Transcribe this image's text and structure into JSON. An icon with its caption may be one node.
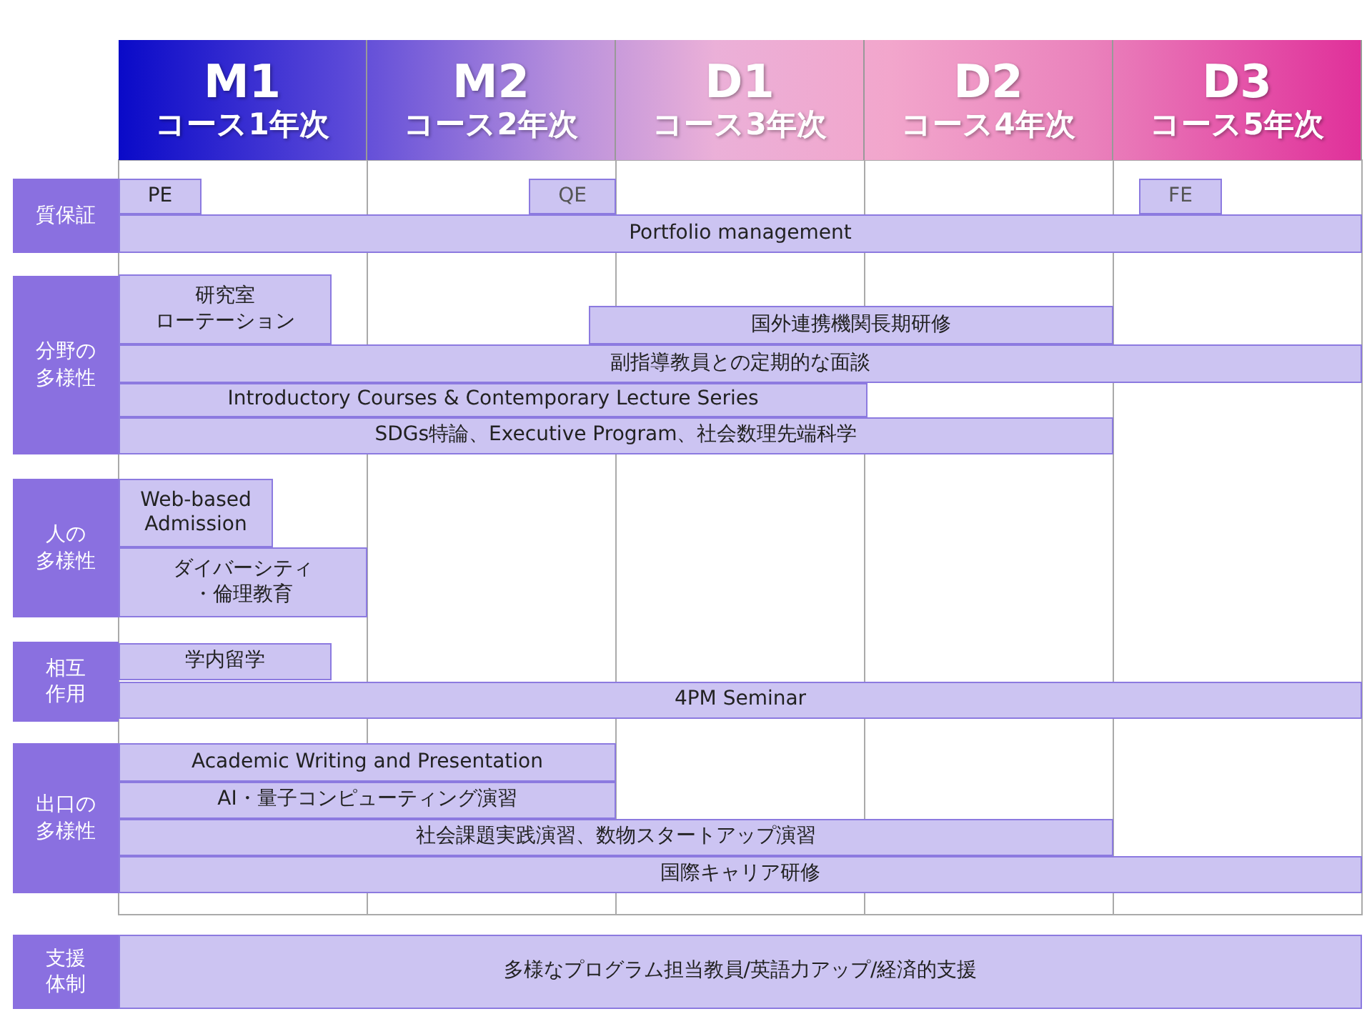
{
  "diagram": {
    "nodes": [
      {
        "text": [
          "M1",
          "コース1年次"
        ]
      },
      {
        "text": [
          "M2",
          "コース2年次"
        ]
      },
      {
        "text": [
          "D1",
          "コース3年次"
        ]
      },
      {
        "text": [
          "D2",
          "コース4年次"
        ]
      },
      {
        "text": [
          "D3",
          "コース5年次"
        ]
      },
      {
        "text": [
          "質保証"
        ]
      },
      {
        "text": [
          "PE"
        ]
      },
      {
        "text": [
          "QE"
        ]
      },
      {
        "text": [
          "FE"
        ]
      },
      {
        "text": [
          "Portfolio management"
        ]
      },
      {
        "text": [
          "分野の多様性"
        ]
      },
      {
        "text": [
          "研究室ローテーション"
        ]
      },
      {
        "text": [
          "国外連携機関長期研修"
        ]
      },
      {
        "text": [
          "副指導教員との定期的な面談"
        ]
      },
      {
        "text": [
          "Introductory Courses & Contemporary Lecture Series"
        ]
      },
      {
        "text": [
          "SDGs特論、Executive Program、社会数理先端科学"
        ]
      },
      {
        "text": [
          "人の多様性"
        ]
      },
      {
        "text": [
          "Web-based Admission"
        ]
      },
      {
        "text": [
          "ダイバーシティ・倫理教育"
        ]
      },
      {
        "text": [
          "相互作用"
        ]
      },
      {
        "text": [
          "学内留学"
        ]
      },
      {
        "text": [
          "4PM Seminar"
        ]
      },
      {
        "text": [
          "出口の多様性"
        ]
      },
      {
        "text": [
          "Academic Writing and Presentation"
        ]
      },
      {
        "text": [
          "AI・量子コンピューティング演習"
        ]
      },
      {
        "text": [
          "社会課題実践演習、数物スタートアップ演習"
        ]
      },
      {
        "text": [
          "国際キャリア研修"
        ]
      },
      {
        "text": [
          "支援体制"
        ]
      },
      {
        "text": [
          "多様なプログラム担当教員/英語力アップ/経済的支援"
        ]
      }
    ]
  }
}
